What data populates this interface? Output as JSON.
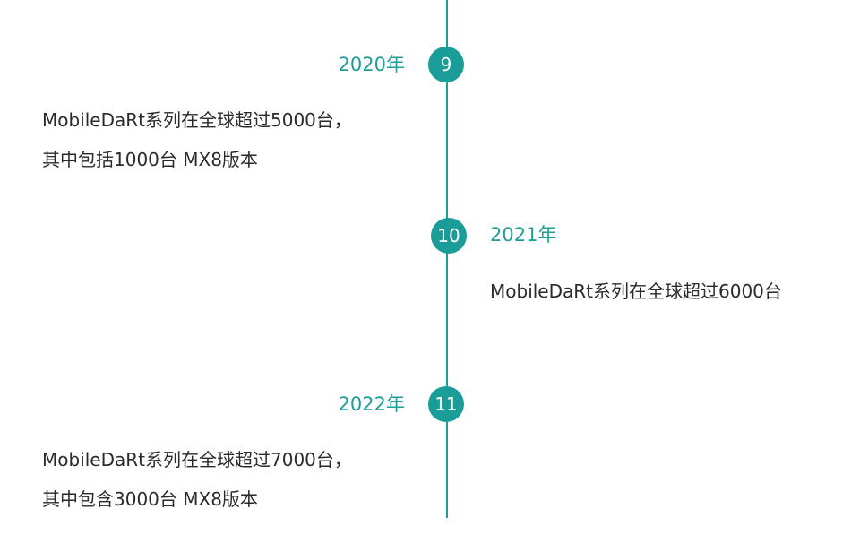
{
  "timeline": {
    "events": [
      {
        "number": "9",
        "year": "2020年",
        "lines": [
          "MobileDaRt系列在全球超过5000台，",
          "其中包括1000台 MX8版本"
        ]
      },
      {
        "number": "10",
        "year": "2021年",
        "lines": [
          "MobileDaRt系列在全球超过6000台"
        ]
      },
      {
        "number": "11",
        "year": "2022年",
        "lines": [
          "MobileDaRt系列在全球超过7000台，",
          "其中包含3000台 MX8版本"
        ]
      }
    ],
    "accent_color": "#1a9d98"
  }
}
